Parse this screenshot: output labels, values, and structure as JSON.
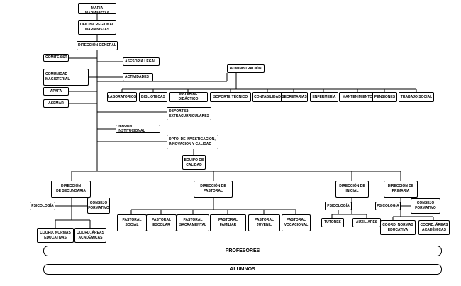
{
  "org": {
    "compania": "COMPAÑÍA DE MARÍA\nMARIANISTAS",
    "oficina": "OFICINA REGIONAL\nMARIANISTAS",
    "direccion_general": "DIRECCIÓN GENERAL",
    "comite": "COMITÉ SST",
    "asesoria": "ASESORÍA LEGAL",
    "actividades": "ACTIVIDADES",
    "administracion": "ADMINISTRACIÓN",
    "comunidad": "COMUNIDAD\nMAGISTERIAL",
    "apafa": "APAFA",
    "asemar": "ASEMAR",
    "admin_units": [
      "LABORATORIOS",
      "BIBLIOTECAS",
      "MATERIAL DIDÁCTICO",
      "SOPORTE TÉCNICO",
      "CONTABILIDAD",
      "SECRETARIAS",
      "ENFERMERÍA",
      "MANTENIMIENTO",
      "PENSIONES",
      "TRABAJO SOCIAL"
    ],
    "deportes": "DEPORTES\nEXTRACURRICULARES",
    "imagen": "IMAGEN INSTITUCIONAL",
    "investigacion": "DPTO. DE INVESTIGACIÓN,\nINNOVACIÓN Y CALIDAD",
    "equipo": "EQUIPO DE\nCALIDAD",
    "dir_secundaria": "DIRECCIÓN\nDE SECUNDARIA",
    "dir_pastoral": "DIRECCIÓN DE\nPASTORAL",
    "dir_inicial": "DIRECCIÓN DE\nINICIAL",
    "dir_primaria": "DIRECCIÓN DE\nPRIMARIA",
    "psicologia_sec": "PSICOLOGÍA",
    "consejo_sec": "CONSEJO\nFORMATIVO",
    "coord_normas_sec": "COORD. NORMAS\nEDUCATIVAS",
    "coord_areas_sec": "COORD. ÁREAS\nACADÉMICAS",
    "pastorales": [
      "PASTORAL\nSOCIAL",
      "PASTORAL\nESCOLAR",
      "PASTORAL\nSACRAMENTAL",
      "PASTORAL\nFAMILIAR",
      "PASTORAL\nJUVENIL",
      "PASTORAL\nVOCACIONAL"
    ],
    "psicologia_ini": "PSICOLOGÍA",
    "tutores": "TUTORES",
    "auxiliares": "AUXILIARES",
    "psicologia_pri": "PSICOLOGÍA",
    "consejo_pri": "CONSEJO\nFORMATIVO",
    "coord_normas_pri": "COORD. NORMAS\nEDUCATIVA",
    "coord_areas_pri": "COORD. ÁREAS\nACADÉMICAS",
    "profesores": "PROFESORES",
    "alumnos": "ALUMNOS"
  }
}
